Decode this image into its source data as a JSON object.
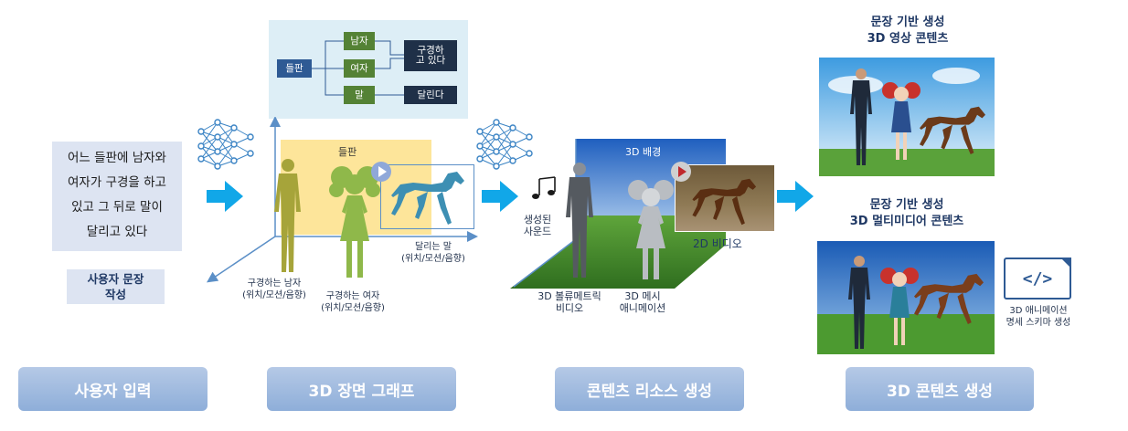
{
  "input": {
    "sentence_lines": [
      "어느 들판에 남자와",
      "여자가 구경을 하고",
      "있고 그 뒤로 말이",
      "달리고 있다"
    ],
    "caption_lines": [
      "사용자 문장",
      "작성"
    ]
  },
  "scene_graph": {
    "nodes": {
      "field": "들판",
      "man": "남자",
      "woman": "여자",
      "horse": "말",
      "watching": "구경하\n고 있다",
      "running": "달린다"
    }
  },
  "scene_layout": {
    "field_label": "들판",
    "man_label_lines": [
      "구경하는 남자",
      "(위치/모션/음향)"
    ],
    "woman_label_lines": [
      "구경하는 여자",
      "(위치/모션/음향)"
    ],
    "horse_label_lines": [
      "달리는 말",
      "(위치/모션/음향)"
    ]
  },
  "resources": {
    "background_label": "3D 배경",
    "video_label": "2D 비디오",
    "sound_label_lines": [
      "생성된",
      "사운드"
    ],
    "volumetric_label_lines": [
      "3D 볼류메트릭",
      "비디오"
    ],
    "mesh_label_lines": [
      "3D 메시",
      "애니메이션"
    ]
  },
  "output": {
    "video_heading_lines": [
      "문장 기반 생성",
      "3D 영상 콘텐츠"
    ],
    "multimedia_heading_lines": [
      "문장 기반 생성",
      "3D 멀티미디어 콘텐츠"
    ],
    "schema_icon": "</>",
    "schema_label_lines": [
      "3D 애니메이션",
      "명세 스키마 생성"
    ]
  },
  "stages": [
    "사용자 입력",
    "3D 장면 그래프",
    "콘텐츠 리소스 생성",
    "3D 콘텐츠 생성"
  ],
  "colors": {
    "flow_arrow": "#11a7e8",
    "graph_blue": "#2e5a94",
    "graph_green": "#548235",
    "graph_dark": "#1f3048",
    "field_yellow": "#fde59a",
    "silhouette_green": "#8fb84a",
    "silhouette_olive": "#a6a43a",
    "horse_blue": "#3d8fb3",
    "stage_pill": "#9db8df"
  },
  "icons": [
    "neural-network-icon",
    "music-notes-icon",
    "play-icon",
    "code-icon",
    "flow-arrow-icon"
  ]
}
